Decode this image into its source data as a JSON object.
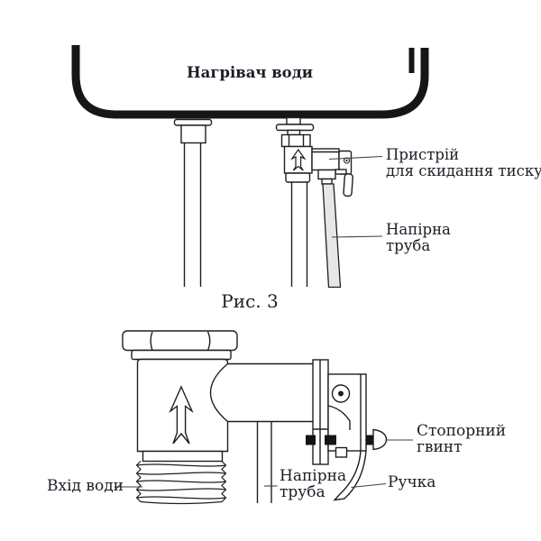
{
  "figure_top": {
    "tank_label": "Нагрівач води",
    "caption": "Рис. 3",
    "relief_device_label": [
      "Пристрій",
      "для скидання тиску"
    ],
    "pressure_pipe_label": [
      "Напірна",
      "труба"
    ]
  },
  "figure_bottom": {
    "water_inlet_label": "Вхід води",
    "pressure_pipe_label": [
      "Напірна",
      "труба"
    ],
    "stop_screw_label": [
      "Стопорний",
      "гвинт"
    ],
    "handle_label": "Ручка"
  },
  "colors": {
    "line": "#1f1f1f",
    "text": "#1d1d27",
    "pipe_fill": "#e7e7e7",
    "leader": "#3f3f3f",
    "screw_fill": "#141414",
    "paper": "#ffffff"
  }
}
